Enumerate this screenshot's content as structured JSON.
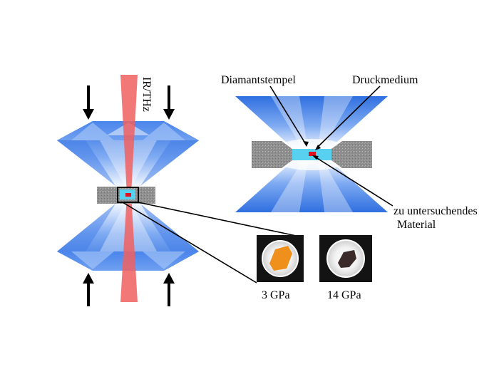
{
  "labels": {
    "beam": "IR/THz",
    "diamond_anvil": "Diamantstempel",
    "pressure_medium": "Druckmedium",
    "sample_line1": "zu untersuchendes",
    "sample_line2": "Material",
    "photo_left_caption": "3 GPa",
    "photo_right_caption": "14 GPa"
  },
  "colors": {
    "diamond_dark": "#2f6fe0",
    "diamond_light": "#ffffff",
    "beam": "#f06060",
    "gasket": "#8c8c8c",
    "medium": "#58d0f0",
    "sample": "#e01020",
    "sample_lowP": "#f0901c",
    "sample_highP": "#3a2a2a"
  },
  "icons": [
    "arrow-down-icon",
    "arrow-up-icon"
  ]
}
